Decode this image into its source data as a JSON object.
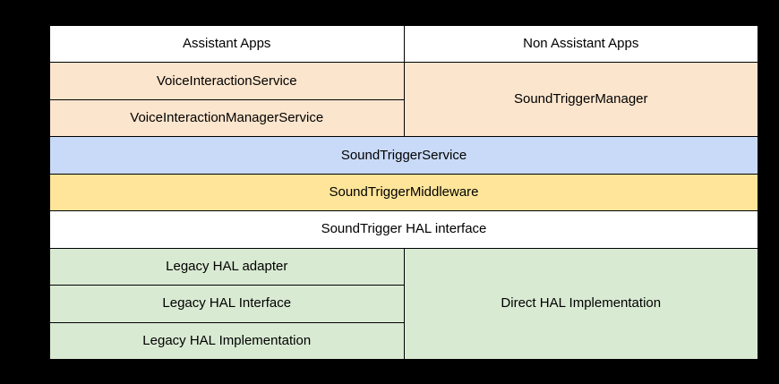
{
  "diagram": {
    "type": "layered-architecture-block-diagram",
    "cells": {
      "assistant_apps": "Assistant Apps",
      "non_assistant_apps": "Non Assistant Apps",
      "voice_interaction_service": "VoiceInteractionService",
      "voice_interaction_manager_service": "VoiceInteractionManagerService",
      "sound_trigger_manager": "SoundTriggerManager",
      "sound_trigger_service": "SoundTriggerService",
      "sound_trigger_middleware": "SoundTriggerMiddleware",
      "sound_trigger_hal_interface": "SoundTrigger HAL interface",
      "legacy_hal_adapter": "Legacy HAL adapter",
      "legacy_hal_interface": "Legacy HAL Interface",
      "legacy_hal_implementation": "Legacy HAL Implementation",
      "direct_hal_implementation": "Direct HAL Implementation"
    },
    "colors": {
      "page_background": "#000000",
      "border": "#000000",
      "apps_row": "#ffffff",
      "voice_interaction_layer": "#fce5cd",
      "sound_trigger_service_layer": "#c9daf8",
      "middleware_layer": "#ffe599",
      "hal_interface_layer": "#ffffff",
      "hal_implementation_layer": "#d9ead3"
    }
  }
}
